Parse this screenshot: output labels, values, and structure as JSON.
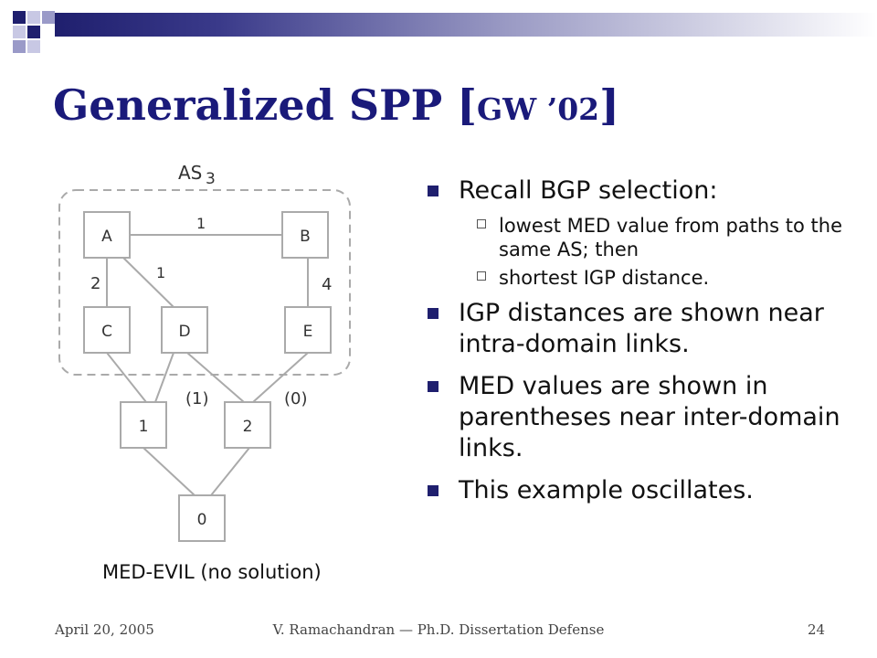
{
  "title": {
    "main": "Generalized SPP ",
    "open": "[",
    "cite": "GW ’02",
    "close": "]"
  },
  "bullets": [
    {
      "text": "Recall BGP selection:",
      "subs": [
        "lowest MED value from paths to the same AS; then",
        "shortest IGP distance."
      ]
    },
    {
      "text": "IGP distances are shown near intra-domain links.",
      "subs": []
    },
    {
      "text": "MED values are shown in parentheses near inter-domain links.",
      "subs": []
    },
    {
      "text": "This example oscillates.",
      "subs": []
    }
  ],
  "diagram": {
    "as_label": "AS",
    "as_number": "3",
    "nodes": {
      "a": "A",
      "b": "B",
      "c": "C",
      "d": "D",
      "e": "E",
      "n1": "1",
      "n2": "2",
      "n0": "0"
    },
    "igp": {
      "ab": "1",
      "ac": "2",
      "ad": "1",
      "be": "4"
    },
    "med": {
      "d_2": "(1)",
      "e_2": "(0)"
    }
  },
  "caption": "MED-EVIL (no solution)",
  "footer": {
    "date": "April 20, 2005",
    "center": "V. Ramachandran — Ph.D. Dissertation Defense",
    "page": "24"
  },
  "colors": {
    "title": "#1a1a7a",
    "accent": "#1f1f6e",
    "node_stroke": "#aaaaaa"
  }
}
